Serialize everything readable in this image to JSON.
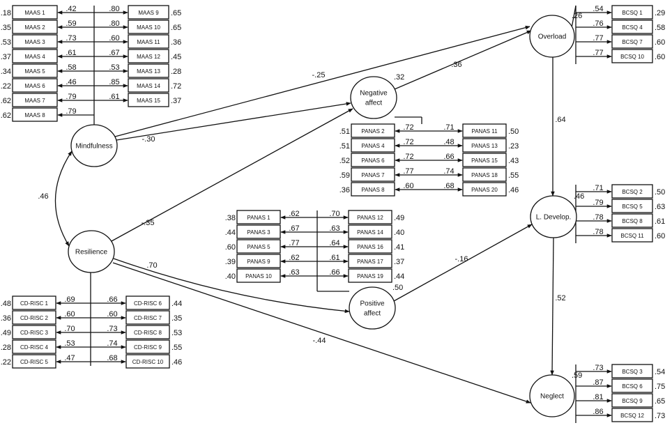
{
  "latents": {
    "mindfulness": {
      "label": "Mindfulness"
    },
    "resilience": {
      "label": "Resilience"
    },
    "negative_affect": {
      "label_line1": "Negative",
      "label_line2": "affect",
      "r2": ".32"
    },
    "positive_affect": {
      "label_line1": "Positive",
      "label_line2": "affect",
      "r2": ".50"
    },
    "overload": {
      "label": "Overload",
      "r2": ".26"
    },
    "l_develop": {
      "label": "L. Develop.",
      "r2": ".46"
    },
    "neglect": {
      "label": "Neglect",
      "r2": ".59"
    }
  },
  "blocks": [
    {
      "id": "maas-left",
      "items": [
        {
          "name": "MAAS 1",
          "err": ".18",
          "load": ".42"
        },
        {
          "name": "MAAS 2",
          "err": ".35",
          "load": ".59"
        },
        {
          "name": "MAAS 3",
          "err": ".53",
          "load": ".73"
        },
        {
          "name": "MAAS 4",
          "err": ".37",
          "load": ".61"
        },
        {
          "name": "MAAS 5",
          "err": ".34",
          "load": ".58"
        },
        {
          "name": "MAAS 6",
          "err": ".22",
          "load": ".46"
        },
        {
          "name": "MAAS 7",
          "err": ".62",
          "load": ".79"
        },
        {
          "name": "MAAS 8",
          "err": ".62",
          "load": ".79"
        }
      ]
    },
    {
      "id": "maas-right",
      "items": [
        {
          "name": "MAAS 9",
          "err": ".65",
          "load": ".80"
        },
        {
          "name": "MAAS 10",
          "err": ".65",
          "load": ".80"
        },
        {
          "name": "MAAS 11",
          "err": ".36",
          "load": ".60"
        },
        {
          "name": "MAAS 12",
          "err": ".45",
          "load": ".67"
        },
        {
          "name": "MAAS 13",
          "err": ".28",
          "load": ".53"
        },
        {
          "name": "MAAS 14",
          "err": ".72",
          "load": ".85"
        },
        {
          "name": "MAAS 15",
          "err": ".37",
          "load": ".61"
        }
      ]
    },
    {
      "id": "negpanas-left",
      "items": [
        {
          "name": "PANAS 2",
          "err": ".51",
          "load": ".72"
        },
        {
          "name": "PANAS 4",
          "err": ".51",
          "load": ".72"
        },
        {
          "name": "PANAS 6",
          "err": ".52",
          "load": ".72"
        },
        {
          "name": "PANAS 7",
          "err": ".59",
          "load": ".77"
        },
        {
          "name": "PANAS 8",
          "err": ".36",
          "load": ".60"
        }
      ]
    },
    {
      "id": "negpanas-right",
      "items": [
        {
          "name": "PANAS 11",
          "err": ".50",
          "load": ".71"
        },
        {
          "name": "PANAS 13",
          "err": ".23",
          "load": ".48"
        },
        {
          "name": "PANAS 15",
          "err": ".43",
          "load": ".66"
        },
        {
          "name": "PANAS 18",
          "err": ".55",
          "load": ".74"
        },
        {
          "name": "PANAS 20",
          "err": ".46",
          "load": ".68"
        }
      ]
    },
    {
      "id": "pospanas-left",
      "items": [
        {
          "name": "PANAS 1",
          "err": ".38",
          "load": ".62"
        },
        {
          "name": "PANAS 3",
          "err": ".44",
          "load": ".67"
        },
        {
          "name": "PANAS 5",
          "err": ".60",
          "load": ".77"
        },
        {
          "name": "PANAS 9",
          "err": ".39",
          "load": ".62"
        },
        {
          "name": "PANAS 10",
          "err": ".40",
          "load": ".63"
        }
      ]
    },
    {
      "id": "pospanas-right",
      "items": [
        {
          "name": "PANAS 12",
          "err": ".49",
          "load": ".70"
        },
        {
          "name": "PANAS 14",
          "err": ".40",
          "load": ".63"
        },
        {
          "name": "PANAS 16",
          "err": ".41",
          "load": ".64"
        },
        {
          "name": "PANAS 17",
          "err": ".37",
          "load": ".61"
        },
        {
          "name": "PANAS 19",
          "err": ".44",
          "load": ".66"
        }
      ]
    },
    {
      "id": "cdrisc-left",
      "items": [
        {
          "name": "CD-RISC 1",
          "err": ".48",
          "load": ".69"
        },
        {
          "name": "CD-RISC 2",
          "err": ".36",
          "load": ".60"
        },
        {
          "name": "CD-RISC 3",
          "err": ".49",
          "load": ".70"
        },
        {
          "name": "CD-RISC 4",
          "err": ".28",
          "load": ".53"
        },
        {
          "name": "CD-RISC 5",
          "err": ".22",
          "load": ".47"
        }
      ]
    },
    {
      "id": "cdrisc-right",
      "items": [
        {
          "name": "CD-RISC 6",
          "err": ".44",
          "load": ".66"
        },
        {
          "name": "CD-RISC 7",
          "err": ".35",
          "load": ".60"
        },
        {
          "name": "CD-RISC 8",
          "err": ".53",
          "load": ".73"
        },
        {
          "name": "CD-RISC 9",
          "err": ".55",
          "load": ".74"
        },
        {
          "name": "CD-RISC 10",
          "err": ".46",
          "load": ".68"
        }
      ]
    },
    {
      "id": "bcsq-overload",
      "items": [
        {
          "name": "BCSQ 1",
          "err": ".29",
          "load": ".54"
        },
        {
          "name": "BCSQ 4",
          "err": ".58",
          "load": ".76"
        },
        {
          "name": "BCSQ 7",
          "err": ".60",
          "load": ".77"
        },
        {
          "name": "BCSQ 10",
          "err": ".60",
          "load": ".77"
        }
      ]
    },
    {
      "id": "bcsq-develop",
      "items": [
        {
          "name": "BCSQ 2",
          "err": ".50",
          "load": ".71"
        },
        {
          "name": "BCSQ 5",
          "err": ".63",
          "load": ".79"
        },
        {
          "name": "BCSQ 8",
          "err": ".61",
          "load": ".78"
        },
        {
          "name": "BCSQ 11",
          "err": ".60",
          "load": ".78"
        }
      ]
    },
    {
      "id": "bcsq-neglect",
      "items": [
        {
          "name": "BCSQ 3",
          "err": ".54",
          "load": ".73"
        },
        {
          "name": "BCSQ 6",
          "err": ".75",
          "load": ".87"
        },
        {
          "name": "BCSQ 9",
          "err": ".65",
          "load": ".81"
        },
        {
          "name": "BCSQ 12",
          "err": ".73",
          "load": ".86"
        }
      ]
    }
  ],
  "paths": [
    {
      "id": "mind-overload",
      "coef": "-.25"
    },
    {
      "id": "mind-negaff",
      "coef": "-.30"
    },
    {
      "id": "res-negaff",
      "coef": "-.35"
    },
    {
      "id": "res-posaff",
      "coef": ".70"
    },
    {
      "id": "res-neglect",
      "coef": "-.44"
    },
    {
      "id": "negaff-overload",
      "coef": ".36"
    },
    {
      "id": "posaff-ldevelop",
      "coef": "-.16"
    },
    {
      "id": "overload-ldevelop",
      "coef": ".64"
    },
    {
      "id": "ldevelop-neglect",
      "coef": ".52"
    },
    {
      "id": "mind-res-cov",
      "coef": ".46"
    }
  ]
}
